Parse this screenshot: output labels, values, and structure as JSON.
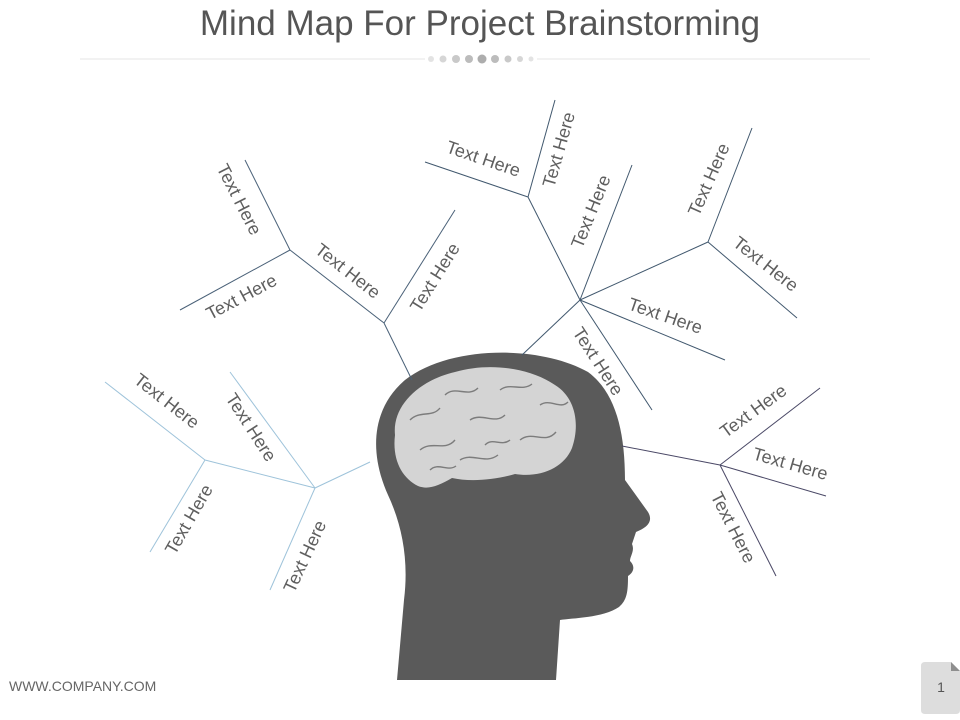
{
  "slide": {
    "title": "Mind Map For Project Brainstorming",
    "website": "www.company.com",
    "website_display": "WWW.COMPANY.COM",
    "page_number": "1"
  },
  "branches": {
    "top_left": {
      "color": "#4a6178",
      "labels": [
        "Text Here",
        "Text Here",
        "Text Here",
        "Text Here"
      ]
    },
    "top_center": {
      "color": "#41586e",
      "labels": [
        "Text Here",
        "Text Here",
        "Text Here",
        "Text Here",
        "Text Here",
        "Text Here",
        "Text Here"
      ]
    },
    "left": {
      "color": "#9ec3da",
      "labels": [
        "Text Here",
        "Text Here",
        "Text Here",
        "Text Here"
      ]
    },
    "right": {
      "color": "#4a4866",
      "labels": [
        "Text Here",
        "Text Here",
        "Text Here"
      ]
    }
  },
  "colors": {
    "head": "#5a5a5a",
    "brain": "#d4d4d4",
    "title": "#555555",
    "text": "#5f5f5f"
  }
}
